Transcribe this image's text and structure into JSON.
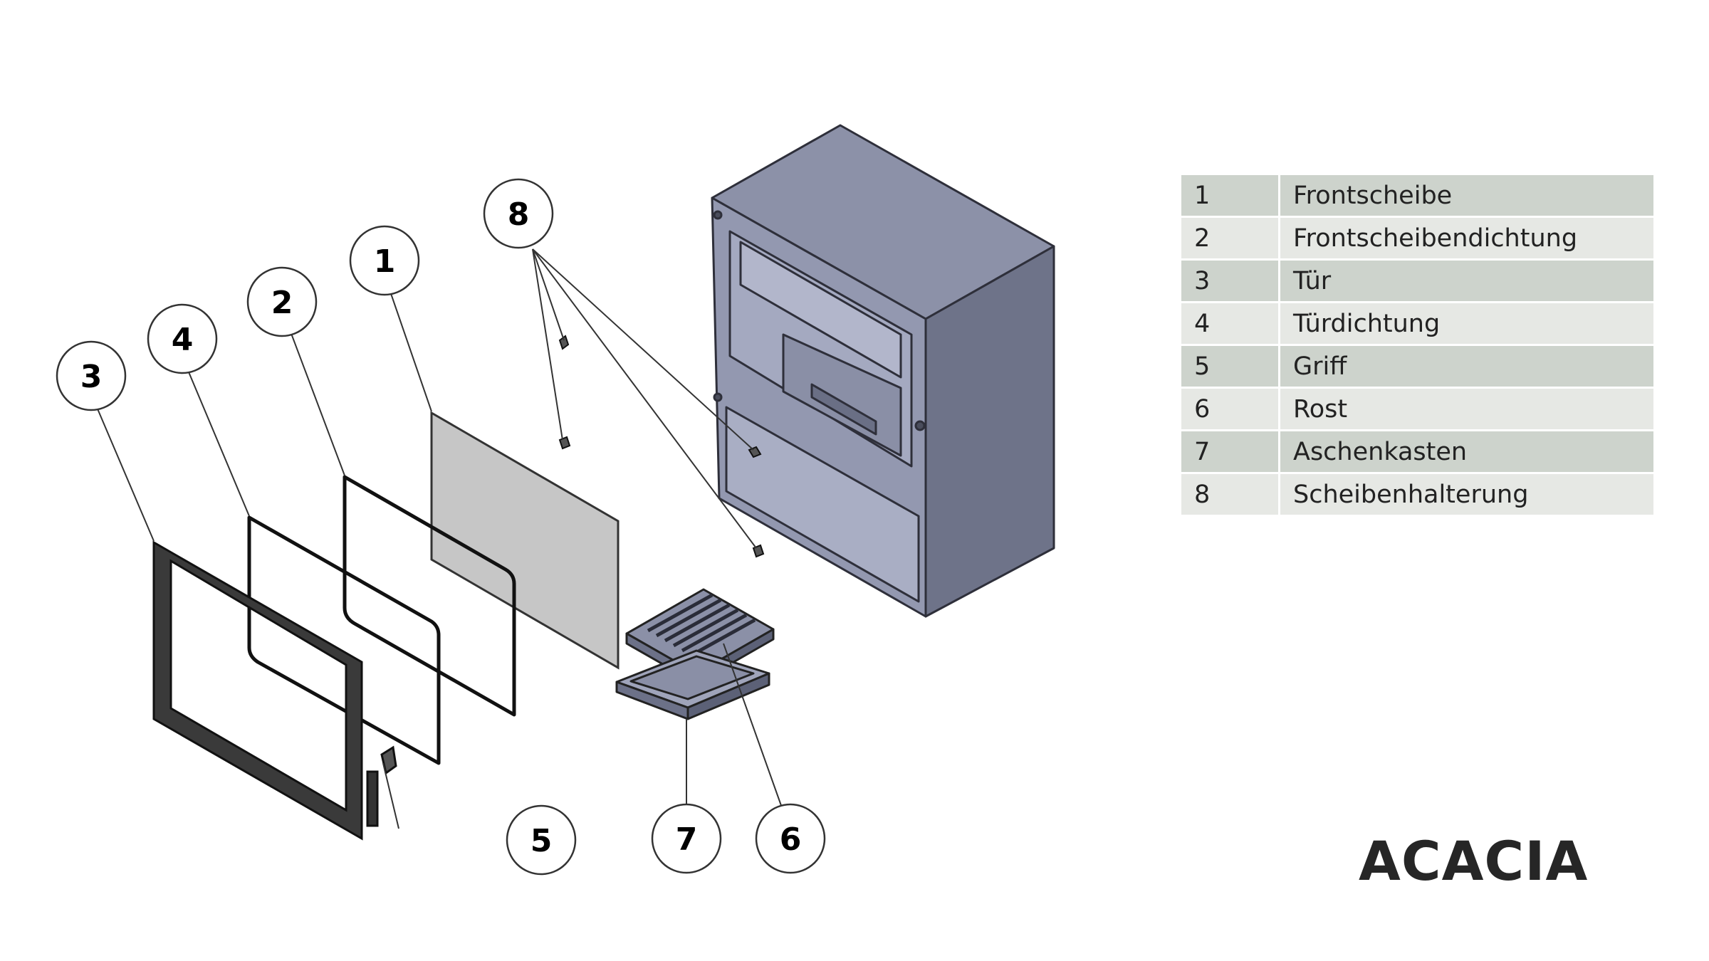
{
  "callouts": [
    "1",
    "2",
    "3",
    "4",
    "5",
    "6",
    "7",
    "8"
  ],
  "parts": [
    {
      "num": "1",
      "name": "Frontscheibe"
    },
    {
      "num": "2",
      "name": "Frontscheibendichtung"
    },
    {
      "num": "3",
      "name": "Tür"
    },
    {
      "num": "4",
      "name": "Türdichtung"
    },
    {
      "num": "5",
      "name": "Griff"
    },
    {
      "num": "6",
      "name": "Rost"
    },
    {
      "num": "7",
      "name": "Aschenkasten"
    },
    {
      "num": "8",
      "name": "Scheibenhalterung"
    }
  ],
  "brand": "ACACIA",
  "colors": {
    "stove_body": "#9096ad",
    "stove_side": "#7e849b",
    "glass": "#c6c6c6",
    "table_row_dark": "#cdd3cc",
    "table_row_light": "#e6e8e4"
  }
}
